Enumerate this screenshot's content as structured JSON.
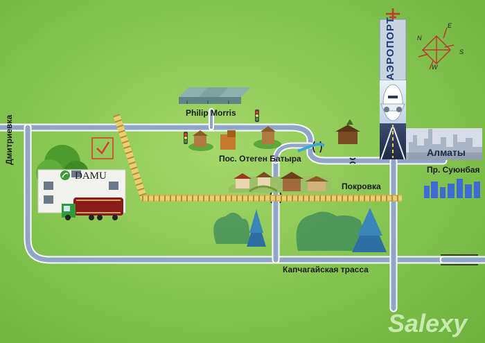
{
  "labels": {
    "dmitrievka": "Дмитриевка",
    "philip_morris": "Philip Morris",
    "otegen_batyr": "Пос. Отеген Батыра",
    "pokrovka": "Покровка",
    "kapchagay": "Капчагайская трасса",
    "airport": "АЭРОПОРТ",
    "almaty": "Алматы",
    "suyunbay": "Пр. Суюнбая",
    "damu": "DAMU",
    "watermark": "Salexy"
  },
  "compass": {
    "n": "N",
    "e": "E",
    "s": "S",
    "w": "W"
  },
  "colors": {
    "background": "#7fc54a",
    "road": "#8fa6c8",
    "road_edge": "#ffffff",
    "railway": "#e8d070",
    "sleepers": "#b58a3a",
    "truck_tank": "#8b1a1a",
    "airplane_icon": "#c0392b"
  }
}
